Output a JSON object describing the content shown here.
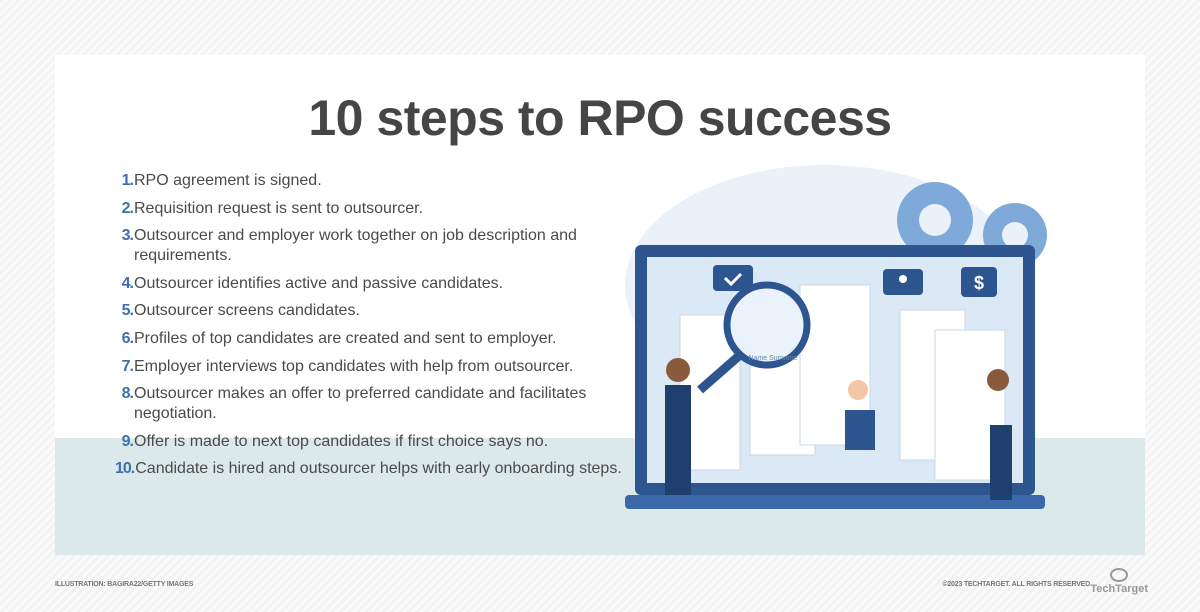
{
  "title": "10 steps to RPO success",
  "steps": [
    {
      "num": "1.",
      "text": "RPO agreement is signed."
    },
    {
      "num": "2.",
      "text": "Requisition request is sent to outsourcer."
    },
    {
      "num": "3.",
      "text": "Outsourcer and employer work together on job description and requirements."
    },
    {
      "num": "4.",
      "text": "Outsourcer identifies active and passive candidates."
    },
    {
      "num": "5.",
      "text": "Outsourcer screens candidates."
    },
    {
      "num": "6.",
      "text": "Profiles of top candidates are created and sent to employer."
    },
    {
      "num": "7.",
      "text": "Employer interviews top candidates with help from outsourcer."
    },
    {
      "num": "8.",
      "text": "Outsourcer makes an offer to preferred candidate and facilitates negotiation."
    },
    {
      "num": "9.",
      "text": "Offer is made to next top candidates if first choice says no."
    },
    {
      "num": "10.",
      "text": "Candidate is hired and outsourcer helps with early onboarding steps."
    }
  ],
  "illustration": {
    "card_label": "Name Surname",
    "icons": [
      "checkmark-icon",
      "people-icon",
      "dollar-icon",
      "gear-icon",
      "magnifier-icon"
    ]
  },
  "footer": {
    "credit": "ILLUSTRATION: BAGIRA22/GETTY IMAGES",
    "copyright": "©2023 TECHTARGET. ALL RIGHTS RESERVED",
    "logo": "TechTarget"
  },
  "colors": {
    "accent": "#3f6fae",
    "text": "#4a4a4a",
    "band": "#dce9ea"
  }
}
